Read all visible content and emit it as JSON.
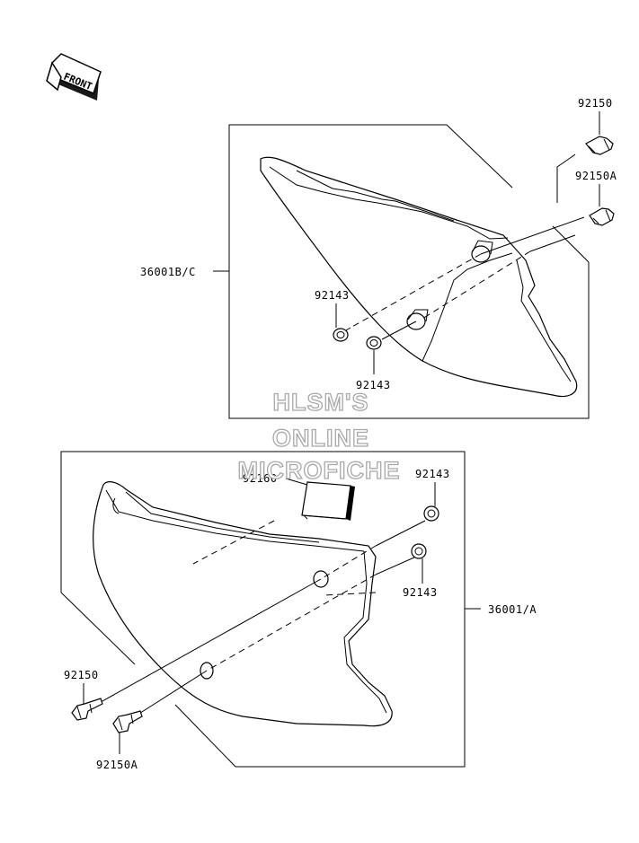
{
  "front_indicator": {
    "text": "FRONT"
  },
  "upper_assembly": {
    "cover_label": "36001B/C",
    "bolt_label": "92150",
    "bolt_a_label": "92150A",
    "washer_left_label": "92143",
    "washer_right_label": "92143"
  },
  "lower_assembly": {
    "cover_label": "36001/A",
    "pad_label": "92160",
    "washer_top_label": "92143",
    "washer_bottom_label": "92143",
    "bolt_label": "92150",
    "bolt_a_label": "92150A"
  },
  "watermark": {
    "line1": "HLSM'S",
    "line2": "ONLINE",
    "line3": "MICROFICHE"
  }
}
